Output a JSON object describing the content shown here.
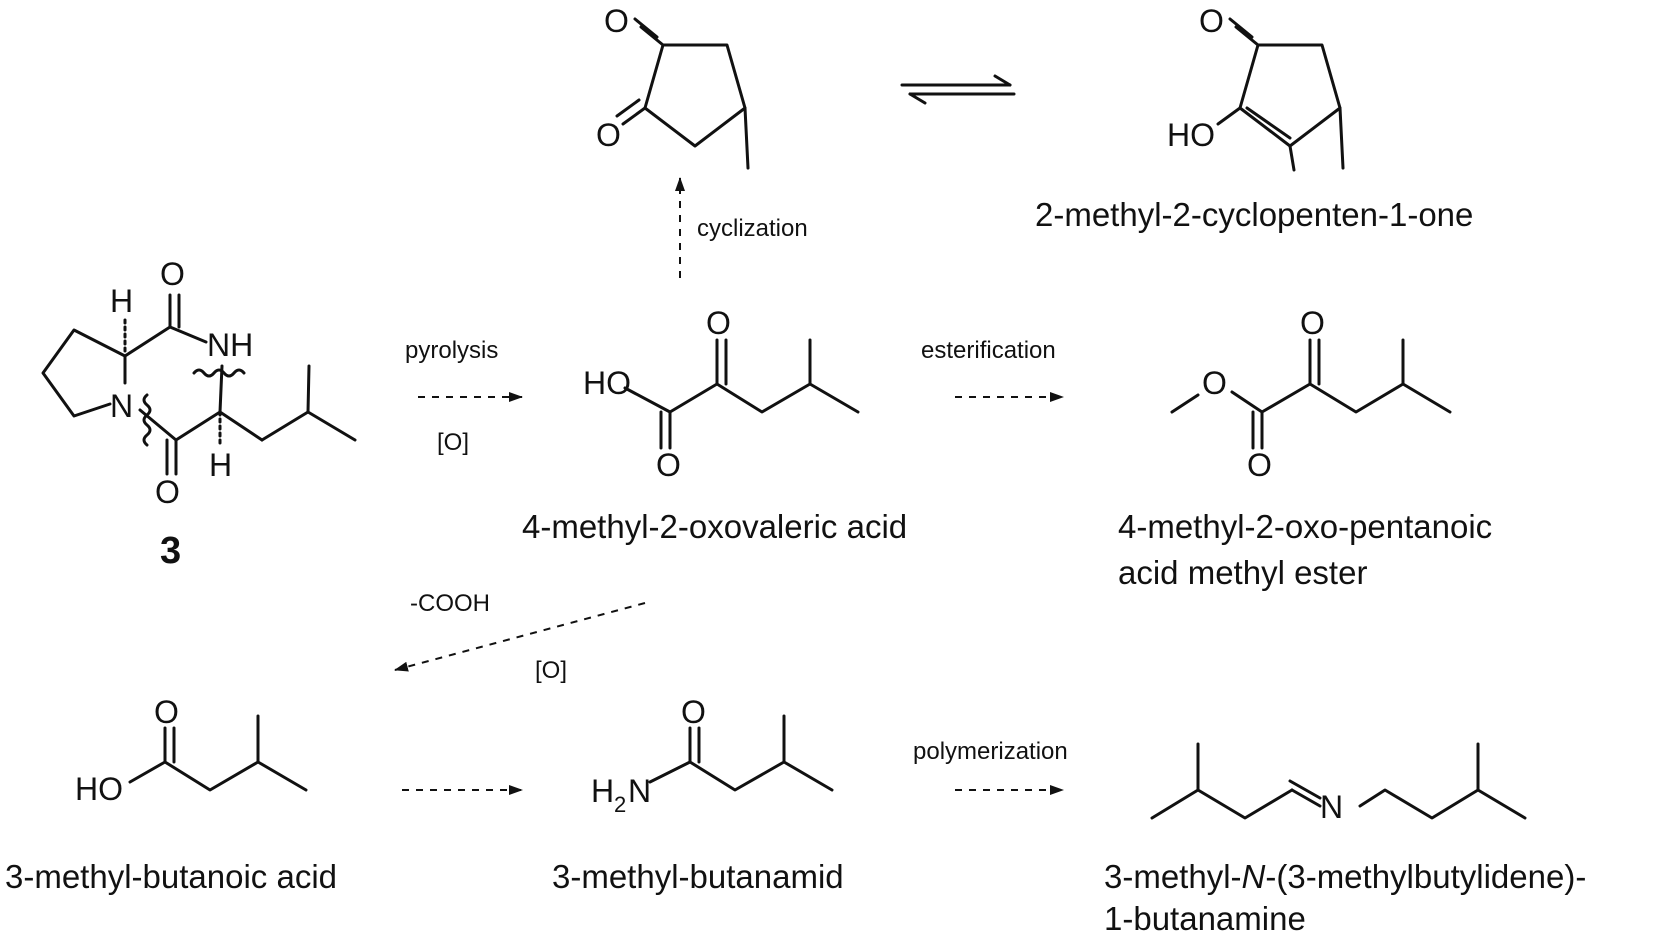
{
  "compounds": {
    "c3": {
      "label": "3"
    },
    "dione": {},
    "cyclopentenone": {
      "name": "2-methyl-2-cyclopenten-1-one"
    },
    "oxovaleric": {
      "name": "4-methyl-2-oxovaleric acid"
    },
    "ester": {
      "name_line1": "4-methyl-2-oxo-pentanoic",
      "name_line2": "acid methyl ester"
    },
    "butanoic": {
      "name": "3-methyl-butanoic acid"
    },
    "butanamid": {
      "name": "3-methyl-butanamid"
    },
    "imine": {
      "name_part1": "3-methyl-",
      "name_italic": "N",
      "name_part2": "-(3-methylbutylidene)-",
      "name_line2": "1-butanamine"
    }
  },
  "conditions": {
    "cyclization": "cyclization",
    "pyrolysis": "pyrolysis",
    "oxidation_1": "[O]",
    "esterification": "esterification",
    "decarboxylation": "-COOH",
    "oxidation_2": "[O]",
    "polymerization": "polymerization"
  },
  "atoms": {
    "O": "O",
    "HO": "HO",
    "H": "H",
    "NH": "NH",
    "N": "N",
    "H2N_H": "H",
    "H2N_2": "2",
    "H2N_N": "N"
  }
}
